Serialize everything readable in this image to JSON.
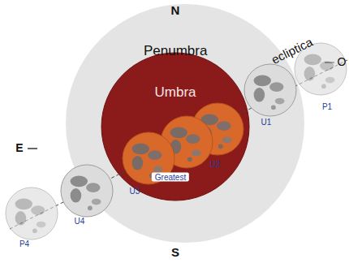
{
  "diagram": {
    "nodes": [
      {
        "text": [
          "Penumbra"
        ]
      },
      {
        "text": [
          "Umbra"
        ],
        "in": 0
      }
    ],
    "labels": [
      "N",
      "ecliptica",
      "E",
      "O",
      "S",
      "P1",
      "U1",
      "U2",
      "Greatest",
      "U3",
      "U4",
      "P4"
    ]
  }
}
